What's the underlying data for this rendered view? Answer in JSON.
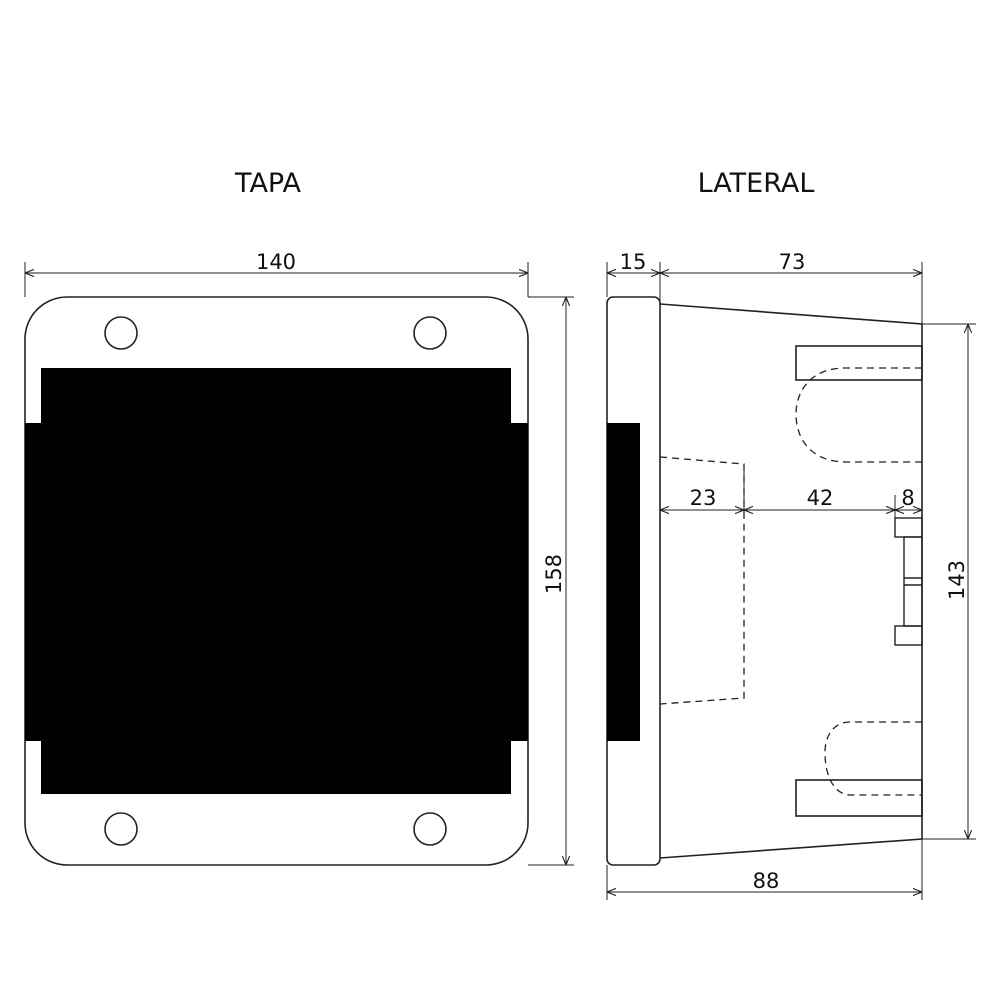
{
  "views": {
    "tapa": {
      "title": "TAPA"
    },
    "lateral": {
      "title": "LATERAL"
    }
  },
  "dimensions": {
    "tapa_width": "140",
    "tapa_height": "158",
    "lateral_flange": "15",
    "lateral_body": "73",
    "lateral_total": "88",
    "lateral_height": "143",
    "inner_a": "23",
    "inner_b": "42",
    "inner_c": "8"
  },
  "colors": {
    "line": "#222222",
    "fill_dark": "#000000",
    "background": "#ffffff"
  }
}
